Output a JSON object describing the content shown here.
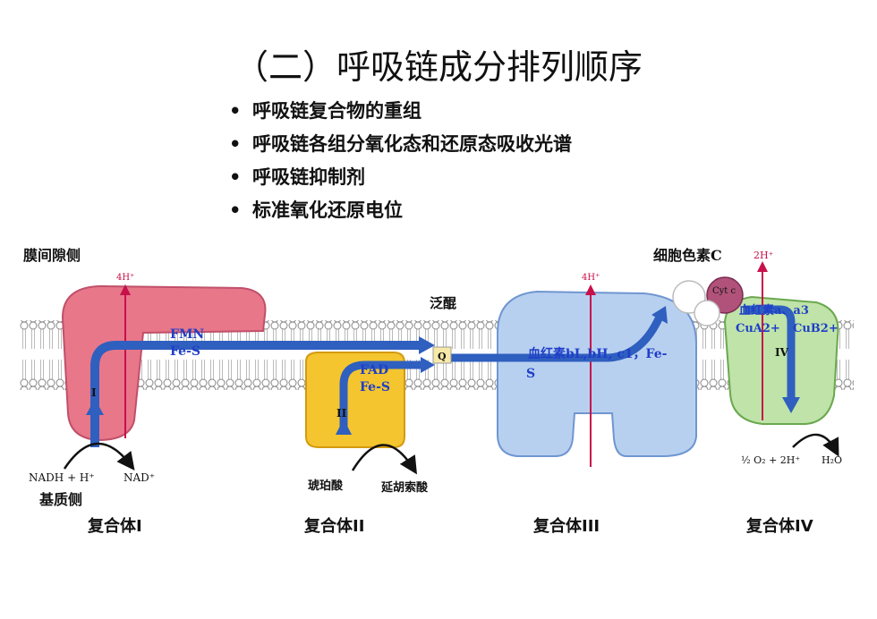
{
  "title": "（二）呼吸链成分排列顺序",
  "bullets": [
    "呼吸链复合物的重组",
    "呼吸链各组分氧化态和还原态吸收光谱",
    "呼吸链抑制剂",
    "标准氧化还原电位"
  ],
  "labels": {
    "intermembrane": "膜间隙侧",
    "matrix": "基质侧",
    "cytochrome_c_heading": "细胞色素C",
    "ubiquinone": "泛醌",
    "fmn_fes_line1": "FMN",
    "fmn_fes_line2": "Fe-S",
    "fad_fes_line1": "FAD",
    "fad_fes_line2": "Fe-S",
    "complex3_line1": "血红素bL,bH, c1，Fe-",
    "complex3_line2": "S",
    "complex4_heme": "血红素a、a3",
    "cua": "CuA2+",
    "cub": "CuB2+",
    "nadh": "NADH + H⁺",
    "nad": "NAD⁺",
    "succinate": "琥珀酸",
    "fumarate": "延胡索酸",
    "q": "Q",
    "cyt_c": "Cyt c",
    "roman_1": "I",
    "roman_2": "II",
    "roman_4": "IV",
    "proton_1": "4H⁺",
    "proton_3": "4H⁺",
    "proton_4": "2H⁺",
    "oxygen": "½ O₂ + 2H⁺",
    "water": "H₂O"
  },
  "captions": [
    "复合体I",
    "复合体II",
    "复合体III",
    "复合体IV"
  ],
  "colors": {
    "complex1": "#e8778a",
    "complex2": "#f4c52e",
    "complex3": "#b8d0f0",
    "complex4": "#bfe3a8",
    "cytc": "#b0527a",
    "electron_arrow": "#2f5fbf",
    "proton_line": "#c8104a",
    "label_blue": "#1f3fc8"
  }
}
